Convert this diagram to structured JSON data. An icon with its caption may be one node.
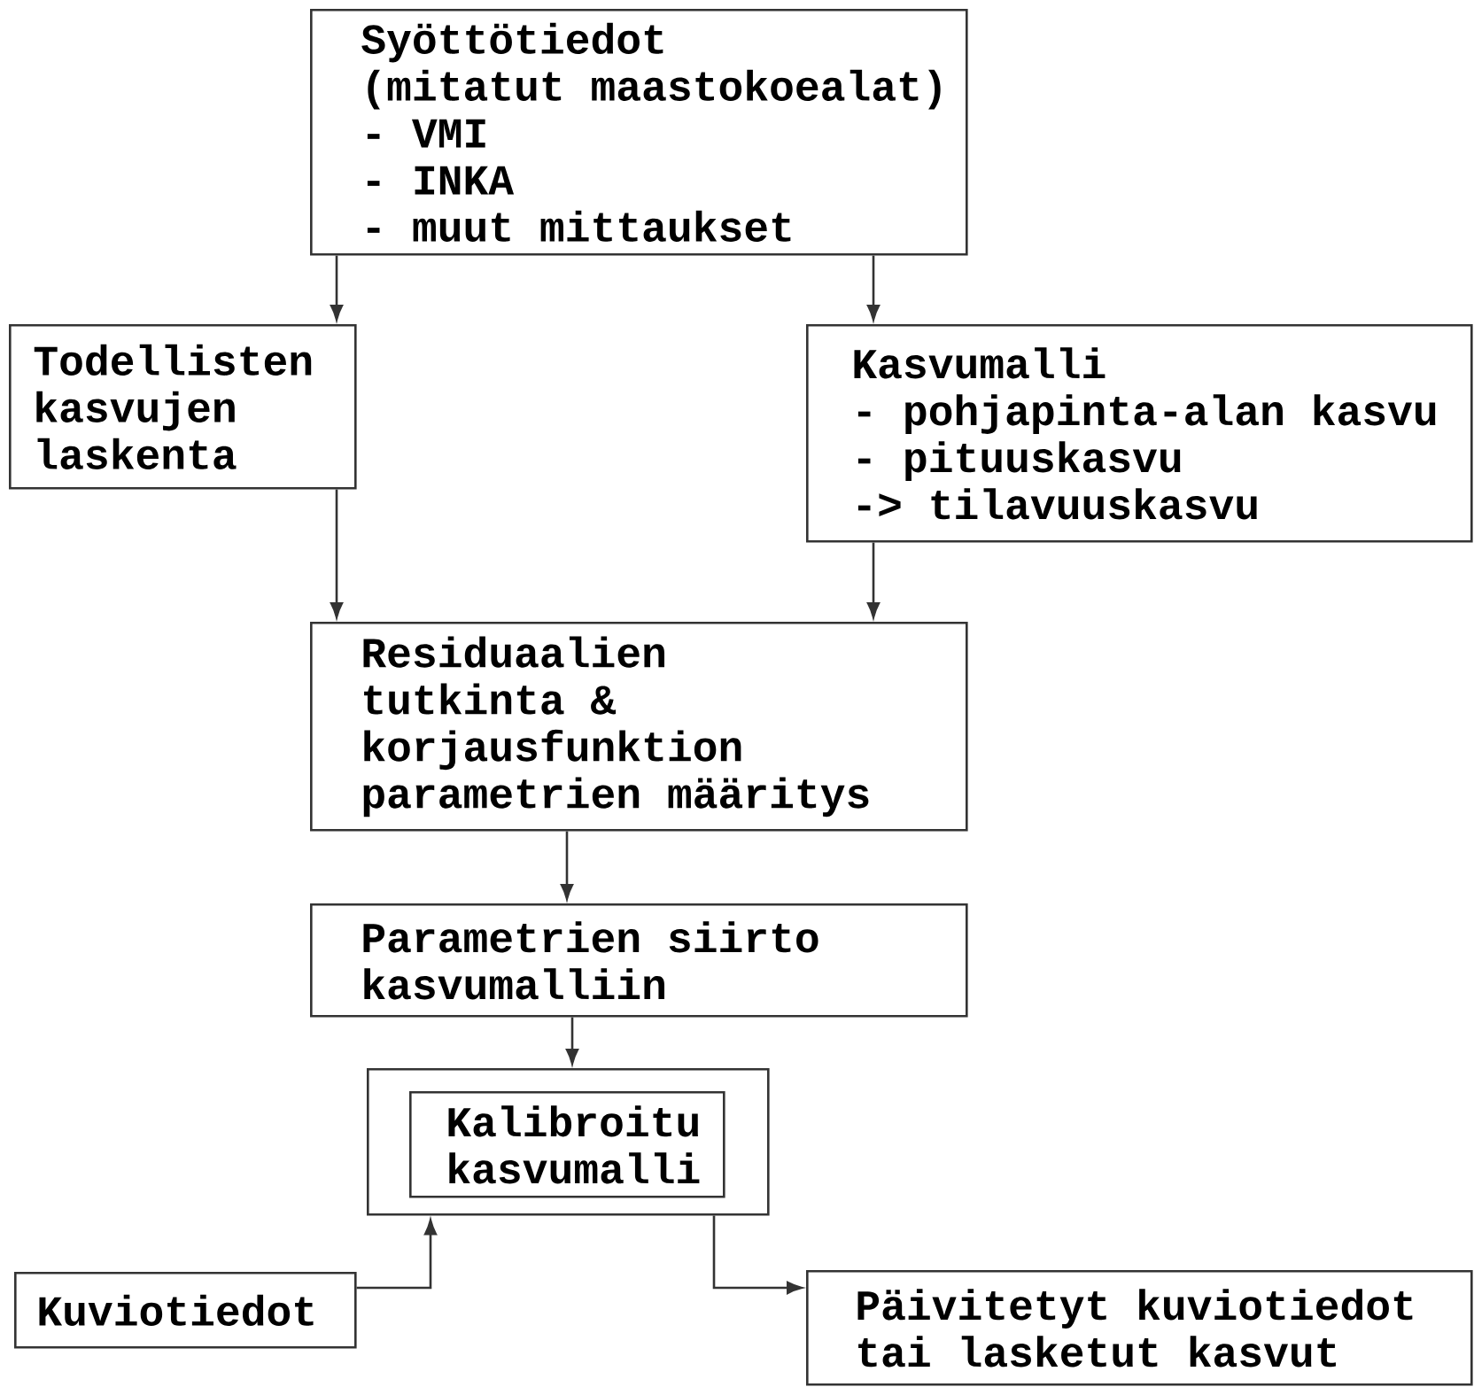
{
  "diagram": {
    "nodes": [
      {
        "text": [
          "Syöttötiedot",
          "(mitatut maastokoealat)",
          "- VMI",
          "- INKA",
          "- muut mittaukset"
        ]
      },
      {
        "text": [
          "Todellisten kasvujen laskenta"
        ]
      },
      {
        "text": [
          "Kasvumalli",
          "- pohjapinta-alan kasvu",
          "- pituuskasvu",
          "->  tilavuuskasvu"
        ]
      },
      {
        "text": [
          "Residuaalien tutkinta & korjausfunktion parametrien määritys"
        ]
      },
      {
        "text": [
          "Parametrien siirto kasvumalliin"
        ]
      },
      {
        "text": [],
        "shape": "box"
      },
      {
        "text": [
          "Kalibroitu kasvumalli"
        ],
        "in": 5
      },
      {
        "text": [
          "Kuviotiedot"
        ]
      },
      {
        "text": [
          "Päivitetyt kuviotiedot tai lasketut kasvut"
        ]
      }
    ],
    "edges": [
      {
        "from": 0,
        "to": 1,
        "arrow": "to"
      },
      {
        "from": 0,
        "to": 2,
        "arrow": "to"
      },
      {
        "from": 1,
        "to": 3,
        "arrow": "to"
      },
      {
        "from": 2,
        "to": 3,
        "arrow": "to"
      },
      {
        "from": 3,
        "to": 4,
        "arrow": "to"
      },
      {
        "from": 4,
        "to": 5,
        "arrow": "to"
      },
      {
        "from": 7,
        "to": 5,
        "arrow": "to"
      },
      {
        "from": 5,
        "to": 8,
        "arrow": "to"
      }
    ]
  }
}
